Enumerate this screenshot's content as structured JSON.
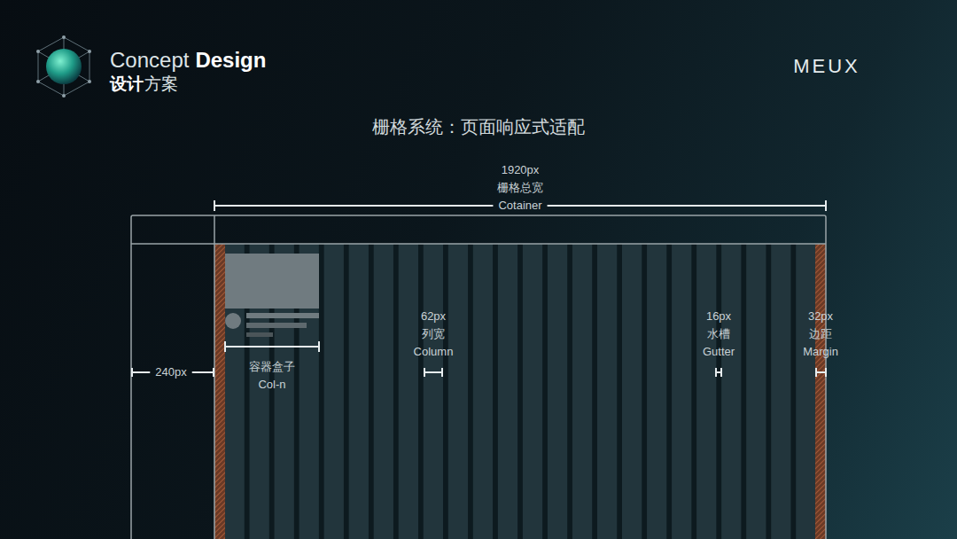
{
  "diagram": {
    "title": "栅格系统：页面响应式适配",
    "labels": [
      "Concept",
      "Design",
      "设计",
      "方案",
      "MEUX",
      "1920px",
      "栅格总宽",
      "Cotainer",
      "240px",
      "容器盒子",
      "Col-n",
      "62px",
      "列宽",
      "Column",
      "16px",
      "水槽",
      "Gutter",
      "32px",
      "边距",
      "Margin"
    ]
  }
}
